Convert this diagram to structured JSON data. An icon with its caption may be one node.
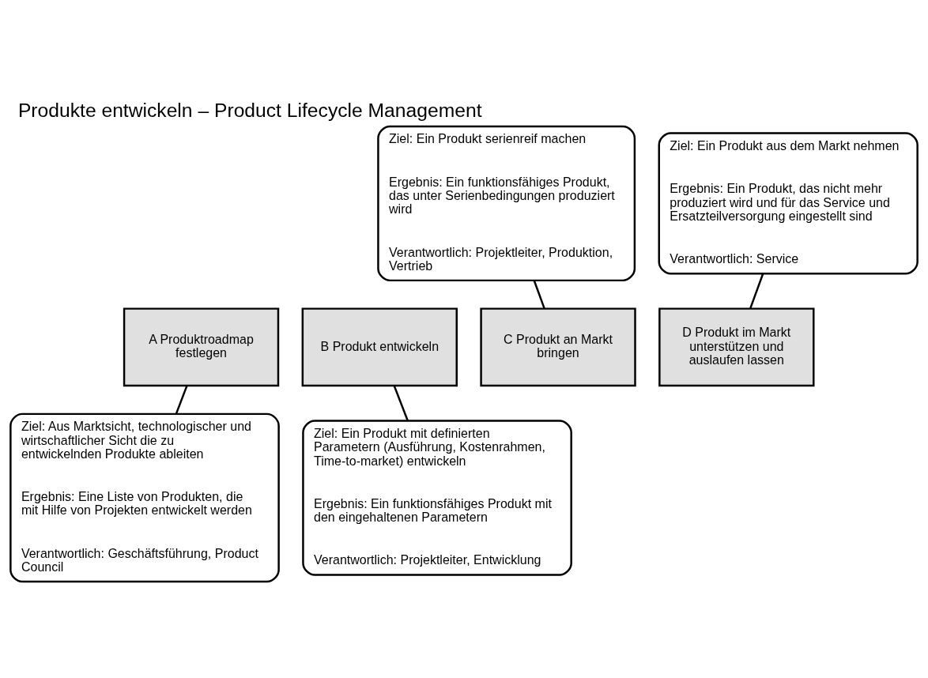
{
  "diagram": {
    "title": "Produkte entwickeln – Product Lifecycle Management",
    "nodes": [
      {
        "text": [
          "Ziel: Ein Produkt serienreif machen",
          "Ergebnis: Ein funktionsfähiges Produkt, das unter Serienbedingungen produziert wird",
          "Verantwortlich: Projektleiter, Produktion, Vertrieb"
        ]
      },
      {
        "text": [
          "Ziel: Ein Produkt aus dem Markt nehmen",
          "Ergebnis: Ein Produkt, das nicht mehr produziert wird und für das Service und Ersatzteilversorgung eingestellt sind",
          "Verantwortlich: Service"
        ]
      },
      {
        "text": [
          "A Produktroadmap festlegen"
        ]
      },
      {
        "text": [
          "B Produkt entwickeln"
        ]
      },
      {
        "text": [
          "C Produkt an Markt bringen"
        ]
      },
      {
        "text": [
          "D Produkt im Markt unterstützen und auslaufen lassen"
        ]
      },
      {
        "text": [
          "Ziel: Aus Marktsicht, technologischer und wirtschaftlicher Sicht die zu entwickelnden Produkte ableiten",
          "Ergebnis: Eine Liste von Produkten, die mit Hilfe von Projekten entwickelt werden",
          "Verantwortlich: Geschäftsführung, Product Council"
        ]
      },
      {
        "text": [
          "Ziel: Ein Produkt mit definierten Parametern (Ausführung, Kostenrahmen, Time-to-market) entwickeln",
          "Ergebnis: Ein funktionsfähiges Produkt mit den eingehaltenen Parametern",
          "Verantwortlich: Projektleiter, Entwicklung"
        ]
      }
    ],
    "edges": [
      {
        "from": 0,
        "to": 4,
        "arrow": "none"
      },
      {
        "from": 1,
        "to": 5,
        "arrow": "none"
      },
      {
        "from": 2,
        "to": 6,
        "arrow": "none"
      },
      {
        "from": 3,
        "to": 7,
        "arrow": "none"
      }
    ]
  }
}
